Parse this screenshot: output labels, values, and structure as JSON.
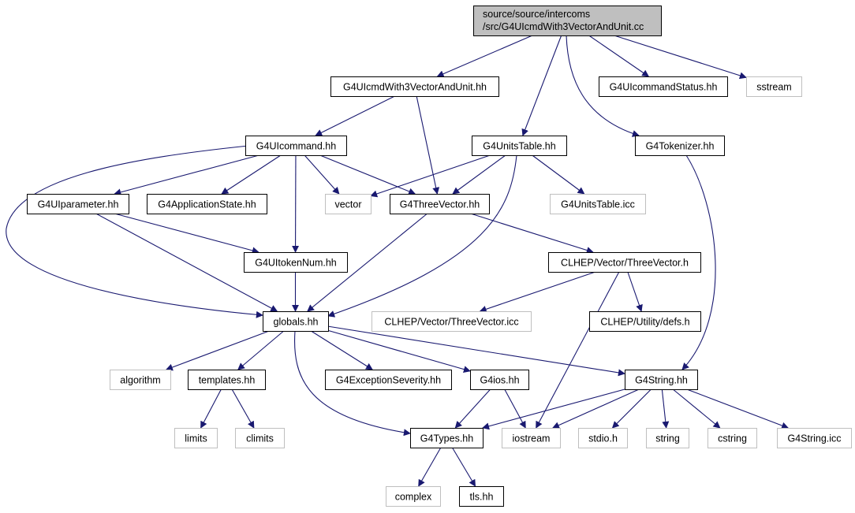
{
  "colors": {
    "edge": "#191970",
    "border_internal": "#000000",
    "border_external": "#bfbfbf",
    "root_fill": "#bfbfbf",
    "text": "#000000"
  },
  "nodes": {
    "root": {
      "lines": [
        "source/source/intercoms",
        "/src/G4UIcmdWith3VectorAndUnit.cc"
      ],
      "kind": "root"
    },
    "g4uicmdwith3vectorandunit_hh": {
      "lines": [
        "G4UIcmdWith3VectorAndUnit.hh"
      ],
      "kind": "internal"
    },
    "g4uicommandstatus_hh": {
      "lines": [
        "G4UIcommandStatus.hh"
      ],
      "kind": "internal"
    },
    "sstream": {
      "lines": [
        "sstream"
      ],
      "kind": "external"
    },
    "g4uicommand_hh": {
      "lines": [
        "G4UIcommand.hh"
      ],
      "kind": "internal"
    },
    "g4unitstable_hh": {
      "lines": [
        "G4UnitsTable.hh"
      ],
      "kind": "internal"
    },
    "g4tokenizer_hh": {
      "lines": [
        "G4Tokenizer.hh"
      ],
      "kind": "internal"
    },
    "g4uiparameter_hh": {
      "lines": [
        "G4UIparameter.hh"
      ],
      "kind": "internal"
    },
    "g4applicationstate_hh": {
      "lines": [
        "G4ApplicationState.hh"
      ],
      "kind": "internal"
    },
    "vector": {
      "lines": [
        "vector"
      ],
      "kind": "external"
    },
    "g4threevector_hh": {
      "lines": [
        "G4ThreeVector.hh"
      ],
      "kind": "internal"
    },
    "g4unitstable_icc": {
      "lines": [
        "G4UnitsTable.icc"
      ],
      "kind": "external"
    },
    "g4uitokennum_hh": {
      "lines": [
        "G4UItokenNum.hh"
      ],
      "kind": "internal"
    },
    "clhep_threevector_h": {
      "lines": [
        "CLHEP/Vector/ThreeVector.h"
      ],
      "kind": "internal"
    },
    "globals_hh": {
      "lines": [
        "globals.hh"
      ],
      "kind": "internal"
    },
    "clhep_threevector_icc": {
      "lines": [
        "CLHEP/Vector/ThreeVector.icc"
      ],
      "kind": "external"
    },
    "clhep_defs_h": {
      "lines": [
        "CLHEP/Utility/defs.h"
      ],
      "kind": "internal"
    },
    "algorithm": {
      "lines": [
        "algorithm"
      ],
      "kind": "external"
    },
    "templates_hh": {
      "lines": [
        "templates.hh"
      ],
      "kind": "internal"
    },
    "g4exceptionseverity_hh": {
      "lines": [
        "G4ExceptionSeverity.hh"
      ],
      "kind": "internal"
    },
    "g4ios_hh": {
      "lines": [
        "G4ios.hh"
      ],
      "kind": "internal"
    },
    "g4string_hh": {
      "lines": [
        "G4String.hh"
      ],
      "kind": "internal"
    },
    "limits": {
      "lines": [
        "limits"
      ],
      "kind": "external"
    },
    "climits": {
      "lines": [
        "climits"
      ],
      "kind": "external"
    },
    "g4types_hh": {
      "lines": [
        "G4Types.hh"
      ],
      "kind": "internal"
    },
    "iostream": {
      "lines": [
        "iostream"
      ],
      "kind": "external"
    },
    "stdio_h": {
      "lines": [
        "stdio.h"
      ],
      "kind": "external"
    },
    "string": {
      "lines": [
        "string"
      ],
      "kind": "external"
    },
    "cstring": {
      "lines": [
        "cstring"
      ],
      "kind": "external"
    },
    "g4string_icc": {
      "lines": [
        "G4String.icc"
      ],
      "kind": "external"
    },
    "complex": {
      "lines": [
        "complex"
      ],
      "kind": "external"
    },
    "tls_hh": {
      "lines": [
        "tls.hh"
      ],
      "kind": "internal"
    }
  },
  "edges": [
    [
      "root",
      "g4uicmdwith3vectorandunit_hh"
    ],
    [
      "root",
      "g4unitstable_hh"
    ],
    [
      "root",
      "g4tokenizer_hh"
    ],
    [
      "root",
      "g4uicommandstatus_hh"
    ],
    [
      "root",
      "sstream"
    ],
    [
      "g4uicmdwith3vectorandunit_hh",
      "g4uicommand_hh"
    ],
    [
      "g4uicmdwith3vectorandunit_hh",
      "g4threevector_hh"
    ],
    [
      "g4uicommand_hh",
      "g4uiparameter_hh"
    ],
    [
      "g4uicommand_hh",
      "g4applicationstate_hh"
    ],
    [
      "g4uicommand_hh",
      "vector"
    ],
    [
      "g4uicommand_hh",
      "g4threevector_hh"
    ],
    [
      "g4uicommand_hh",
      "g4uitokennum_hh"
    ],
    [
      "g4uicommand_hh",
      "globals_hh"
    ],
    [
      "g4unitstable_hh",
      "vector"
    ],
    [
      "g4unitstable_hh",
      "g4threevector_hh"
    ],
    [
      "g4unitstable_hh",
      "g4unitstable_icc"
    ],
    [
      "g4unitstable_hh",
      "globals_hh"
    ],
    [
      "g4uiparameter_hh",
      "g4uitokennum_hh"
    ],
    [
      "g4uiparameter_hh",
      "globals_hh"
    ],
    [
      "g4threevector_hh",
      "clhep_threevector_h"
    ],
    [
      "g4threevector_hh",
      "globals_hh"
    ],
    [
      "g4uitokennum_hh",
      "globals_hh"
    ],
    [
      "clhep_threevector_h",
      "clhep_threevector_icc"
    ],
    [
      "clhep_threevector_h",
      "clhep_defs_h"
    ],
    [
      "clhep_threevector_h",
      "iostream"
    ],
    [
      "g4tokenizer_hh",
      "g4string_hh"
    ],
    [
      "globals_hh",
      "algorithm"
    ],
    [
      "globals_hh",
      "templates_hh"
    ],
    [
      "globals_hh",
      "g4exceptionseverity_hh"
    ],
    [
      "globals_hh",
      "g4ios_hh"
    ],
    [
      "globals_hh",
      "g4string_hh"
    ],
    [
      "globals_hh",
      "g4types_hh"
    ],
    [
      "templates_hh",
      "limits"
    ],
    [
      "templates_hh",
      "climits"
    ],
    [
      "g4ios_hh",
      "g4types_hh"
    ],
    [
      "g4ios_hh",
      "iostream"
    ],
    [
      "g4string_hh",
      "g4types_hh"
    ],
    [
      "g4string_hh",
      "iostream"
    ],
    [
      "g4string_hh",
      "stdio_h"
    ],
    [
      "g4string_hh",
      "string"
    ],
    [
      "g4string_hh",
      "cstring"
    ],
    [
      "g4string_hh",
      "g4string_icc"
    ],
    [
      "g4types_hh",
      "complex"
    ],
    [
      "g4types_hh",
      "tls_hh"
    ]
  ]
}
